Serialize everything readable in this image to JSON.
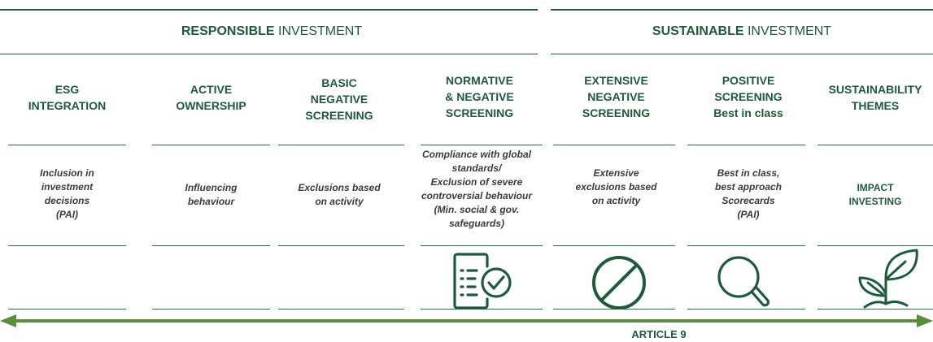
{
  "sections": {
    "responsible": {
      "bold": "RESPONSIBLE",
      "rest": " INVESTMENT"
    },
    "sustainable": {
      "bold": "SUSTAINABLE",
      "rest": " INVESTMENT"
    }
  },
  "columns": [
    {
      "title": [
        "ESG",
        "INTEGRATION"
      ],
      "description": [
        "Inclusion in",
        "investment",
        "decisions",
        "(PAI)"
      ]
    },
    {
      "title": [
        "ACTIVE",
        "OWNERSHIP"
      ],
      "description": [
        "Influencing",
        "behaviour"
      ]
    },
    {
      "title": [
        "BASIC",
        "NEGATIVE",
        "SCREENING"
      ],
      "description": [
        "Exclusions based",
        "on activity"
      ]
    },
    {
      "title": [
        "NORMATIVE",
        "& NEGATIVE",
        "SCREENING"
      ],
      "description": [
        "Compliance with global",
        "standards/",
        "Exclusion of severe",
        "controversial behaviour",
        "(Min. social & gov.",
        "safeguards)"
      ],
      "icon": "checklist-icon"
    },
    {
      "title": [
        "EXTENSIVE",
        "NEGATIVE",
        "SCREENING"
      ],
      "description": [
        "Extensive",
        "exclusions based",
        "on activity"
      ],
      "icon": "prohibited-icon"
    },
    {
      "title": [
        "POSITIVE",
        "SCREENING",
        "Best in class"
      ],
      "description": [
        "Best in class,",
        "best approach",
        "Scorecards",
        "(PAI)"
      ],
      "icon": "magnifier-icon"
    },
    {
      "title": [
        "SUSTAINABILITY",
        "THEMES"
      ],
      "impact": [
        "IMPACT",
        "INVESTING"
      ],
      "icon": "plant-icon"
    }
  ],
  "arrow": {
    "label": "ARTICLE 9"
  },
  "colors": {
    "primary": "#1e5a3c",
    "arrow": "#5a8f3a",
    "text": "#3a3a3a"
  }
}
